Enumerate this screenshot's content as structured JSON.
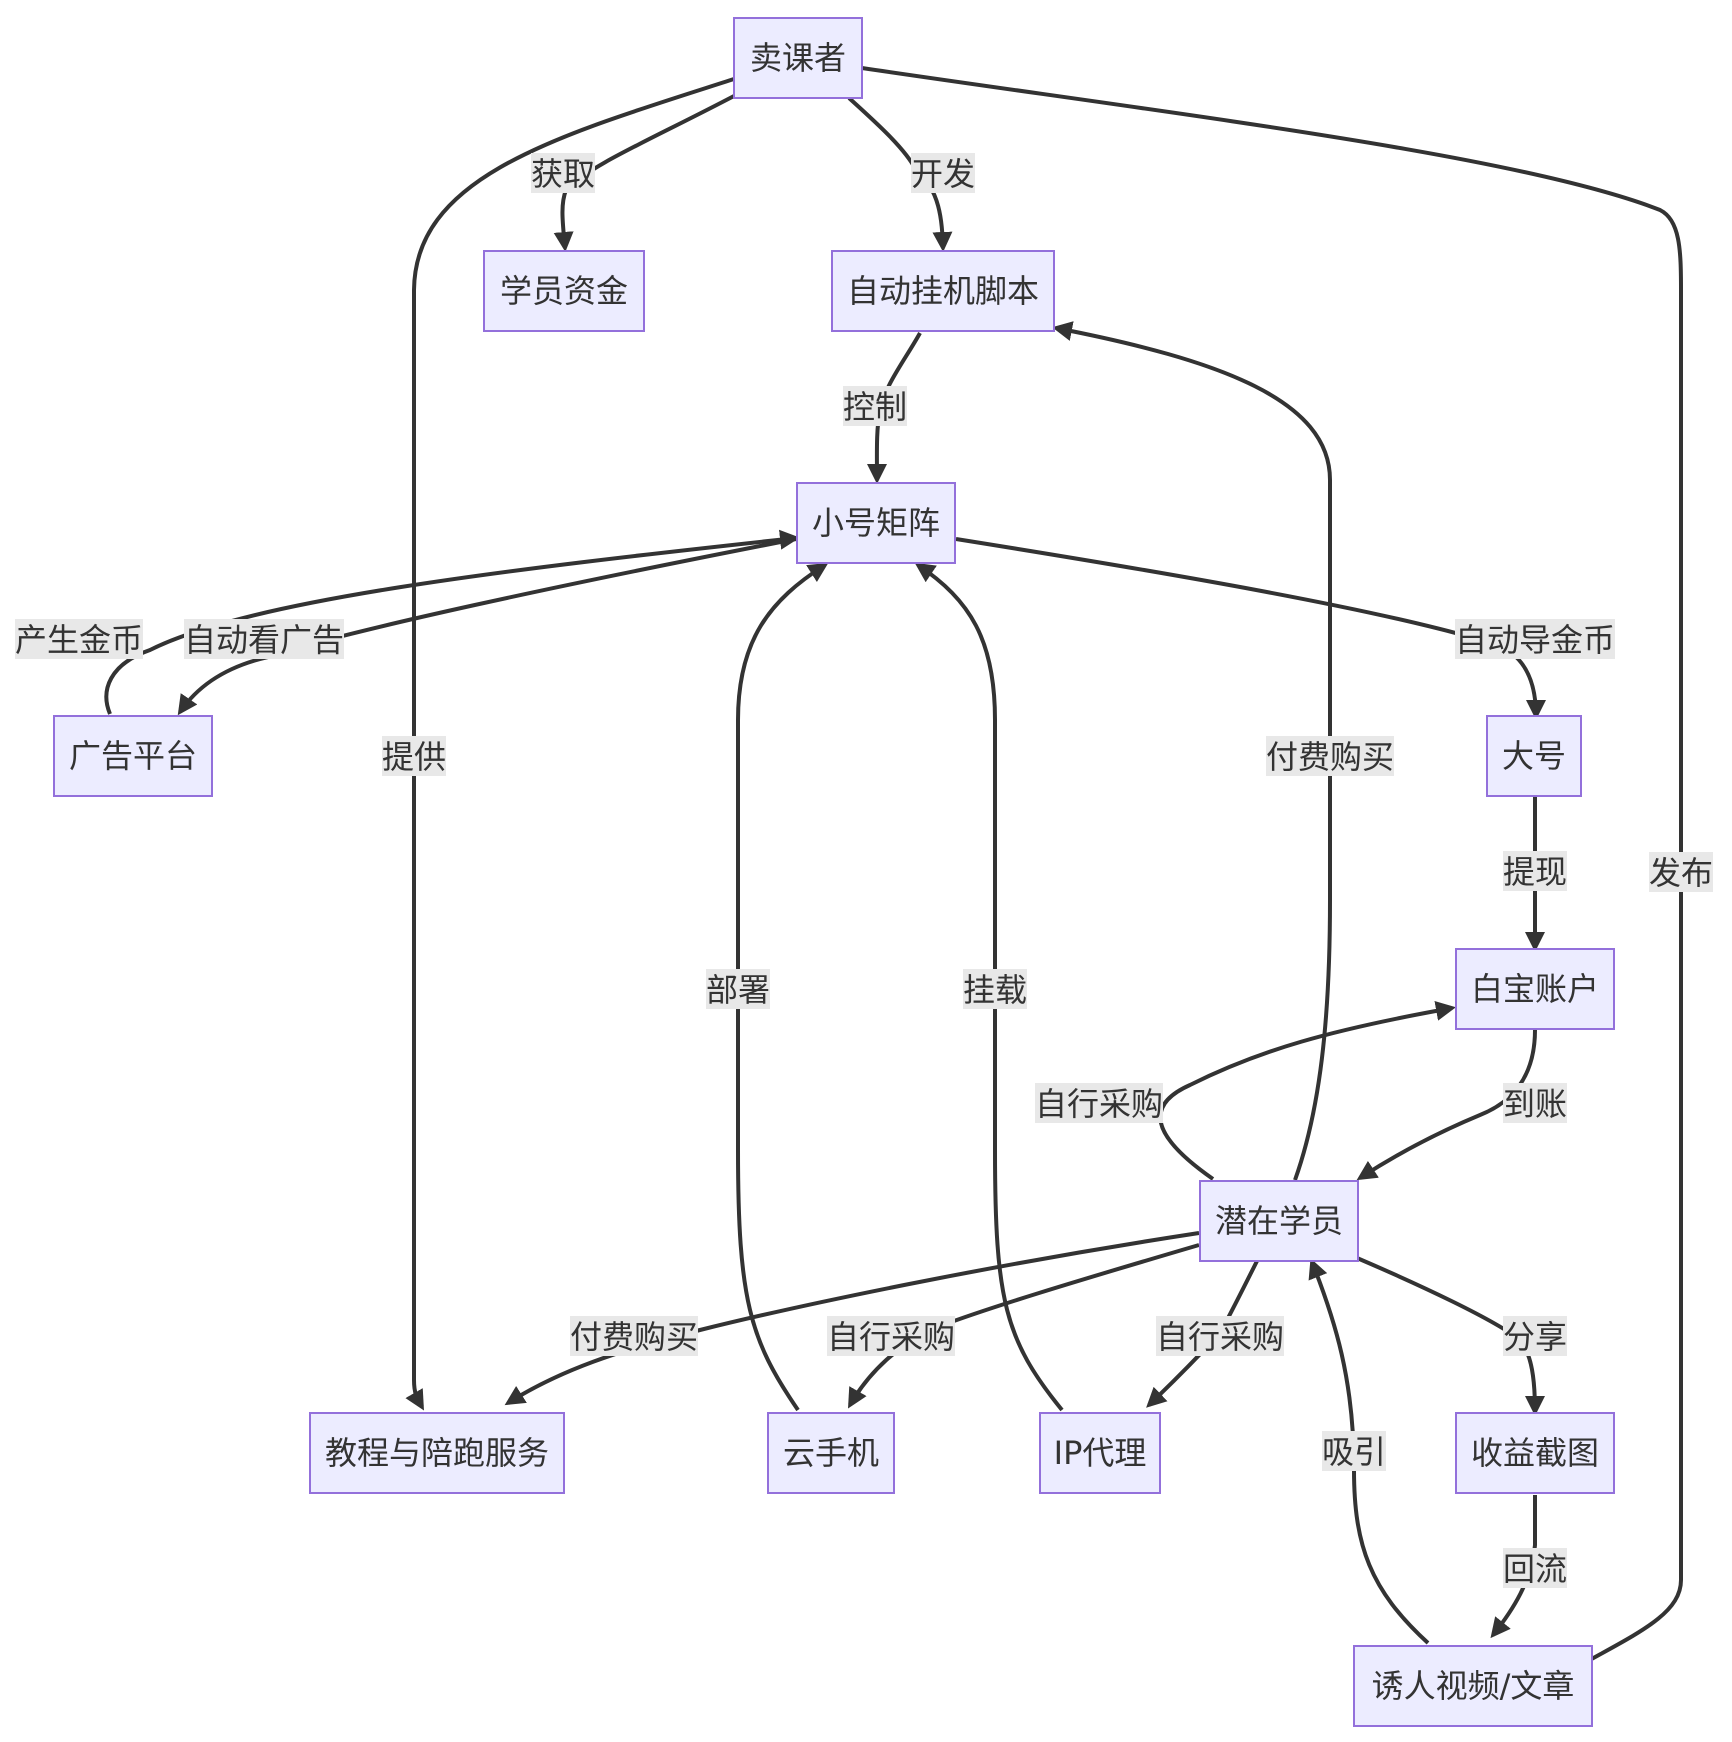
{
  "colors": {
    "node_fill": "#ECECFF",
    "node_stroke": "#9370DB",
    "edge": "#333333",
    "label_bg": "#E8E8E8",
    "text": "#333333"
  },
  "nodes": {
    "seller": "卖课者",
    "student_funds": "学员资金",
    "auto_script": "自动挂机脚本",
    "alt_matrix": "小号矩阵",
    "ad_platform": "广告平台",
    "main_account": "大号",
    "alipay_account": "白宝账户",
    "potential_student": "潜在学员",
    "tutorial_service": "教程与陪跑服务",
    "cloud_phone": "云手机",
    "ip_proxy": "IP代理",
    "income_screenshot": "收益截图",
    "lure_content": "诱人视频/文章"
  },
  "edges": {
    "obtain": "获取",
    "develop": "开发",
    "provide": "提供",
    "publish": "发布",
    "control": "控制",
    "auto_watch_ads": "自动看广告",
    "generate_coins": "产生金币",
    "auto_transfer_coins": "自动导金币",
    "withdraw": "提现",
    "arrive": "到账",
    "deploy": "部署",
    "mount": "挂载",
    "paid_purchase_script": "付费购买",
    "self_purchase_alipay": "自行采购",
    "paid_purchase_tutorial": "付费购买",
    "self_purchase_cloud": "自行采购",
    "self_purchase_ip": "自行采购",
    "share": "分享",
    "attract": "吸引",
    "backflow": "回流"
  }
}
